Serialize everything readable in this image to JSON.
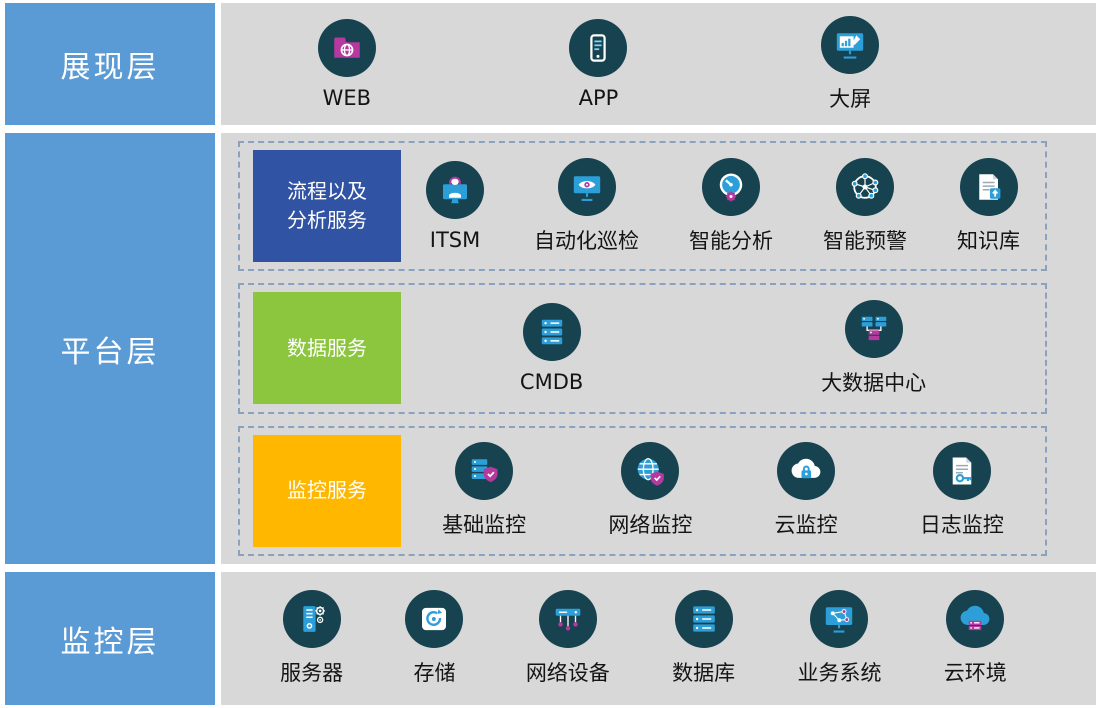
{
  "presentation": {
    "layer_label": "展现层",
    "items": [
      {
        "label": "WEB",
        "icon": "web-icon"
      },
      {
        "label": "APP",
        "icon": "app-icon"
      },
      {
        "label": "大屏",
        "icon": "big-screen-icon"
      }
    ]
  },
  "platform": {
    "layer_label": "平台层",
    "groups": [
      {
        "label": "流程以及\n分析服务",
        "color": "#3053A4",
        "items": [
          {
            "label": "ITSM",
            "icon": "itsm-icon"
          },
          {
            "label": "自动化巡检",
            "icon": "auto-inspection-icon"
          },
          {
            "label": "智能分析",
            "icon": "smart-analysis-icon"
          },
          {
            "label": "智能预警",
            "icon": "smart-warning-icon"
          },
          {
            "label": "知识库",
            "icon": "knowledge-base-icon"
          }
        ]
      },
      {
        "label": "数据服务",
        "color": "#8CC63F",
        "items": [
          {
            "label": "CMDB",
            "icon": "cmdb-icon"
          },
          {
            "label": "大数据中心",
            "icon": "big-data-center-icon"
          }
        ]
      },
      {
        "label": "监控服务",
        "color": "#FFB700",
        "items": [
          {
            "label": "基础监控",
            "icon": "basic-monitoring-icon"
          },
          {
            "label": "网络监控",
            "icon": "network-monitoring-icon"
          },
          {
            "label": "云监控",
            "icon": "cloud-monitoring-icon"
          },
          {
            "label": "日志监控",
            "icon": "log-monitoring-icon"
          }
        ]
      }
    ]
  },
  "monitoring": {
    "layer_label": "监控层",
    "items": [
      {
        "label": "服务器",
        "icon": "server-icon"
      },
      {
        "label": "存储",
        "icon": "storage-icon"
      },
      {
        "label": "网络设备",
        "icon": "network-device-icon"
      },
      {
        "label": "数据库",
        "icon": "database-icon"
      },
      {
        "label": "业务系统",
        "icon": "business-system-icon"
      },
      {
        "label": "云环境",
        "icon": "cloud-environment-icon"
      }
    ]
  },
  "colors": {
    "layer_label_bg": "#5B9BD5",
    "content_bg": "#D8D8D8",
    "icon_circle_bg": "#16434F",
    "process_group_bg": "#3053A4",
    "data_group_bg": "#8CC63F",
    "monitor_group_bg": "#FFB700",
    "dashed_border": "#8aa2c0",
    "icon_accent_blue": "#2D9FD8",
    "icon_accent_magenta": "#B5399E"
  }
}
